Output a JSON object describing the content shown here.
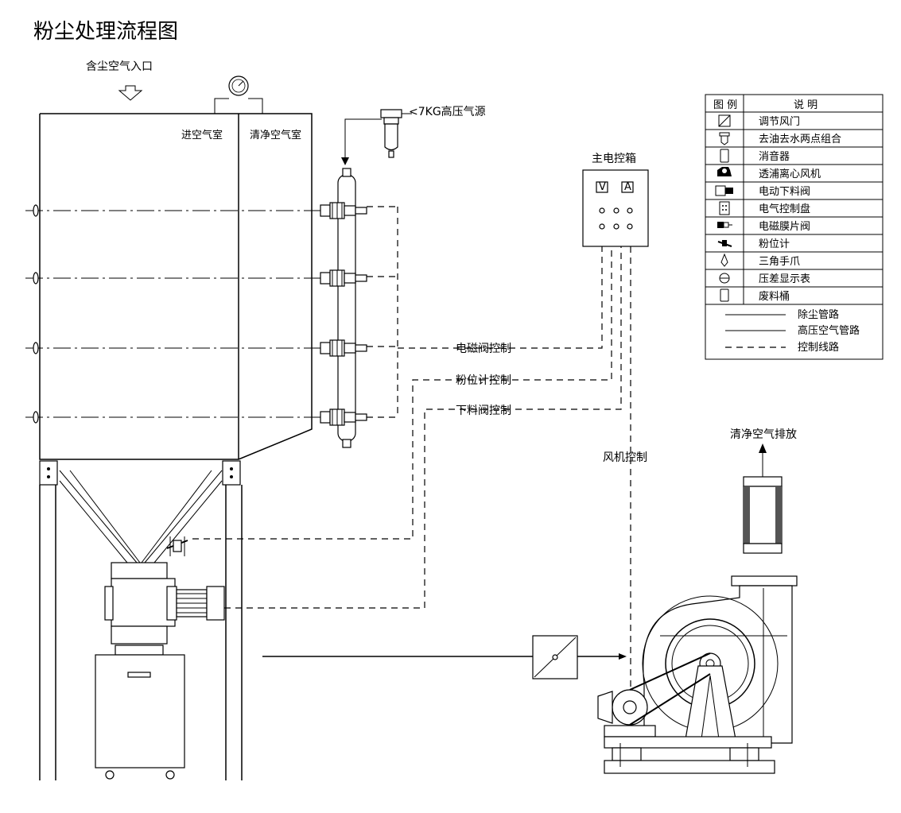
{
  "title": "粉尘处理流程图",
  "labels": {
    "inlet": "含尘空气入口",
    "dirty_chamber": "进空气室",
    "clean_chamber": "清净空气室",
    "air_source": "<7KG高压气源",
    "control_box": "主电控箱",
    "meter_v": "V",
    "meter_a": "A",
    "solenoid_control": "电磁阀控制",
    "level_control": "粉位计控制",
    "discharge_control": "下料阀控制",
    "fan_control": "风机控制",
    "exhaust": "清净空气排放"
  },
  "legend": {
    "header_symbol": "图 例",
    "header_desc": "说 明",
    "items": [
      {
        "icon": "damper-icon",
        "desc": "调节风门"
      },
      {
        "icon": "filter-regulator-icon",
        "desc": "去油去水两点组合"
      },
      {
        "icon": "silencer-icon",
        "desc": "消音器"
      },
      {
        "icon": "centrifugal-fan-icon",
        "desc": "透浦离心风机"
      },
      {
        "icon": "discharge-valve-icon",
        "desc": "电动下料阀"
      },
      {
        "icon": "control-panel-icon",
        "desc": "电气控制盘"
      },
      {
        "icon": "diaphragm-valve-icon",
        "desc": "电磁膜片阀"
      },
      {
        "icon": "level-gauge-icon",
        "desc": "粉位计"
      },
      {
        "icon": "triangle-claw-icon",
        "desc": "三角手爪"
      },
      {
        "icon": "pressure-gauge-icon",
        "desc": "压差显示表"
      },
      {
        "icon": "waste-bin-icon",
        "desc": "废料桶"
      }
    ],
    "lines": [
      {
        "style": "solid",
        "desc": "除尘管路"
      },
      {
        "style": "solid",
        "desc": "高压空气管路"
      },
      {
        "style": "dashed",
        "desc": "控制线路"
      }
    ]
  }
}
